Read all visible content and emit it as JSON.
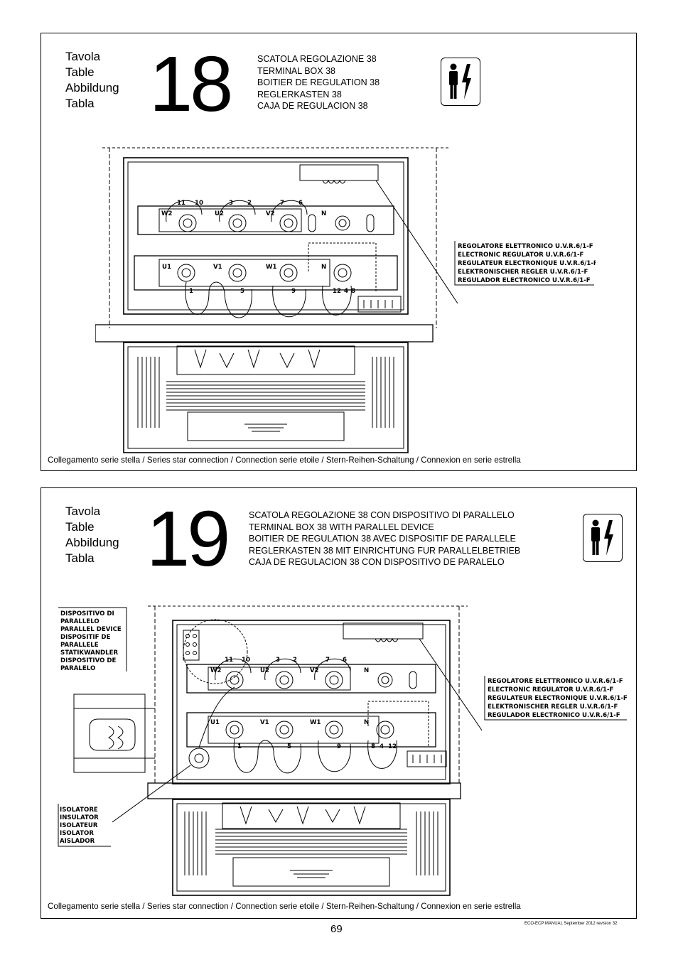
{
  "tables": [
    {
      "labels": [
        "Tavola",
        "Table",
        "Abbildung",
        "Tabla"
      ],
      "number": "18",
      "titles": [
        "SCATOLA REGOLAZIONE 38",
        "TERMINAL BOX 38",
        "BOITIER DE REGULATION 38",
        "REGLERKASTEN 38",
        "CAJA DE REGULACION 38"
      ],
      "regulator_labels": [
        "REGOLATORE ELETTRONICO U.V.R.6/1-F",
        "ELECTRONIC REGULATOR U.V.R.6/1-F",
        "REGULATEUR ELECTRONIQUE U.V.R.6/1-F",
        "ELEKTRONISCHER REGLER U.V.R.6/1-F",
        "REGULADOR ELECTRONICO U.V.R.6/1-F"
      ],
      "caption": "Collegamento serie stella / Series star connection / Connection serie etoile / Stern-Reihen-Schaltung / Connexion en serie estrella"
    },
    {
      "labels": [
        "Tavola",
        "Table",
        "Abbildung",
        "Tabla"
      ],
      "number": "19",
      "titles": [
        "SCATOLA REGOLAZIONE 38 CON DISPOSITIVO DI PARALLELO",
        "TERMINAL BOX 38 WITH PARALLEL DEVICE",
        "BOITIER DE REGULATION 38 AVEC DISPOSITIF DE PARALLELE",
        "REGLERKASTEN 38 MIT EINRICHTUNG FUR PARALLELBETRIEB",
        "CAJA DE REGULACION 38 CON DISPOSITIVO DE PARALELO"
      ],
      "parallel_labels": [
        "DISPOSITIVO DI",
        "PARALLELO",
        "PARALLEL DEVICE",
        "DISPOSITIF DE",
        "PARALLELE",
        "STATIKWANDLER",
        "DISPOSITIVO DE",
        "PARALELO"
      ],
      "regulator_labels": [
        "REGOLATORE ELETTRONICO U.V.R.6/1-F",
        "ELECTRONIC REGULATOR U.V.R.6/1-F",
        "REGULATEUR ELECTRONIQUE U.V.R.6/1-F",
        "ELEKTRONISCHER REGLER U.V.R.6/1-F",
        "REGULADOR ELECTRONICO U.V.R.6/1-F"
      ],
      "isolator_labels": [
        "ISOLATORE",
        "INSULATOR",
        "ISOLATEUR",
        "ISOLATOR",
        "AISLADOR"
      ],
      "caption": "Collegamento serie stella / Series star connection / Connection serie etoile / Stern-Reihen-Schaltung / Connexion en serie estrella"
    }
  ],
  "terminals": {
    "top_row": [
      "W2",
      "U2",
      "V2",
      "N"
    ],
    "bottom_row": [
      "U1",
      "V1",
      "W1",
      "N"
    ],
    "wire_numbers": [
      "11",
      "10",
      "3",
      "2",
      "7",
      "6",
      "1",
      "5",
      "9",
      "12",
      "4",
      "8"
    ]
  },
  "page_number": "69",
  "footer": "ECO-ECP MANUAL September 2012 revision 32"
}
